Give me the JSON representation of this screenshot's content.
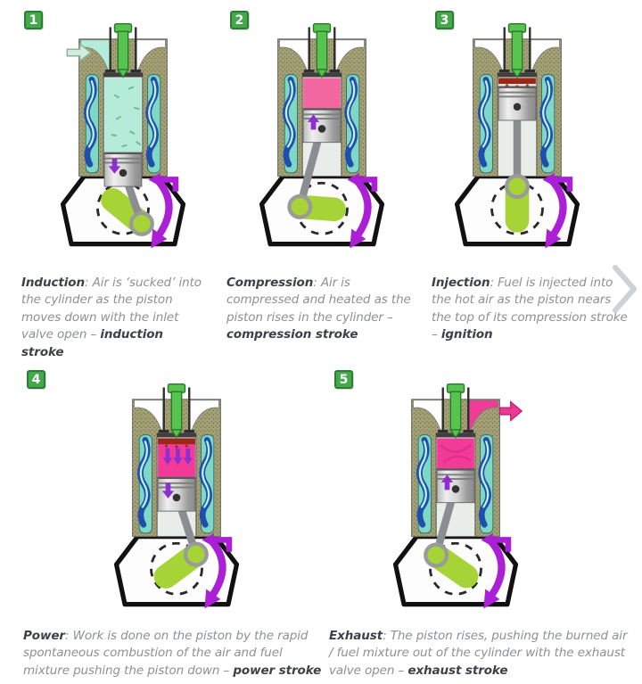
{
  "meta": {
    "title": "Diesel engine four-stroke cycle diagram"
  },
  "colors": {
    "background": "#ffffff",
    "badge_bg": "#45a94b",
    "badge_border": "#2b7c34",
    "badge_text": "#ffffff",
    "block_khaki": "#a3a175",
    "block_speckle_dark": "#6f6e48",
    "block_speckle_darker": "#55543a",
    "coolant_teal": "#7fd8c6",
    "coolant_blue": "#1e4fae",
    "coolant_light": "#bff0ea",
    "bore_interior": "#e9ede9",
    "chamber_air_mint": "#b4ecd9",
    "air_fleck_green": "#68c07c",
    "chamber_compressed_pink": "#f2679f",
    "chamber_combustion_pink": "#f23a97",
    "fuel_ignition_red": "#992817",
    "injector_green": "#56c44f",
    "injector_outline": "#2c7a2c",
    "piston_metal_light": "#efefef",
    "piston_metal_dark": "#8a8a8a",
    "rod_gray": "#8a8e92",
    "crank_green": "#a6d436",
    "rotation_arrow_purple": "#ab1fd6",
    "piston_arrow_purple": "#8d2fd0",
    "inlet_arrow_mint": "#cdeedd",
    "inlet_arrow_outline": "#8fae9c",
    "exhaust_arrow_pink": "#ea3a96",
    "exhaust_arrow_outline": "#c02478",
    "caption_gray": "#8b9196",
    "caption_bold_dark": "#3c4248",
    "chevron_gray": "#ccd2d5",
    "outline_black": "#111111"
  },
  "icons": {
    "next_chevron": "›"
  },
  "panels": [
    {
      "number": "1",
      "stage": "induction",
      "caption": {
        "lead": "Induction",
        "body": ": Air is ‘sucked’ into the cylinder as the piston moves down with the inlet valve open – ",
        "tail": "induction stroke"
      },
      "engine": {
        "chamber": "air",
        "piston": "low",
        "piston_arrow": "down",
        "inlet_arrow": true,
        "exhaust_arrow": false,
        "fuel_band": false,
        "combustion_arrows": false,
        "air_flecks": true,
        "crank": "lower-right"
      }
    },
    {
      "number": "2",
      "stage": "compression",
      "caption": {
        "lead": "Compression",
        "body": ": Air is compressed and heated as the piston rises in the cylinder – ",
        "tail": "compression stroke"
      },
      "engine": {
        "chamber": "compressed",
        "piston": "high",
        "piston_arrow": "up",
        "inlet_arrow": false,
        "exhaust_arrow": false,
        "fuel_band": false,
        "combustion_arrows": false,
        "air_flecks": false,
        "crank": "left"
      }
    },
    {
      "number": "3",
      "stage": "injection",
      "caption": {
        "lead": "Injection",
        "body": ": Fuel is injected into the hot air as the piston nears the top of its compression stroke – ",
        "tail": "ignition"
      },
      "engine": {
        "chamber": "ignition",
        "piston": "top",
        "piston_arrow": "none",
        "inlet_arrow": false,
        "exhaust_arrow": false,
        "fuel_band": true,
        "combustion_arrows": false,
        "air_flecks": false,
        "crank": "top"
      }
    },
    {
      "number": "4",
      "stage": "power",
      "caption": {
        "lead": "Power",
        "body": ": Work is done on the piston by the rapid spontaneous combustion of the air and fuel mixture pushing the piston down – ",
        "tail": "power stroke"
      },
      "engine": {
        "chamber": "combustion",
        "piston": "mid",
        "piston_arrow": "down",
        "inlet_arrow": false,
        "exhaust_arrow": false,
        "fuel_band": true,
        "combustion_arrows": true,
        "air_flecks": false,
        "crank": "upper-right"
      }
    },
    {
      "number": "5",
      "stage": "exhaust",
      "caption": {
        "lead": "Exhaust",
        "body": ": The piston rises, pushing the burned air / fuel mixture out of the cylinder with the exhaust valve open – ",
        "tail": "exhaust stroke"
      },
      "engine": {
        "chamber": "exhaust",
        "piston": "high",
        "piston_arrow": "up",
        "inlet_arrow": false,
        "exhaust_arrow": true,
        "fuel_band": false,
        "combustion_arrows": false,
        "air_flecks": false,
        "crank": "upper-left"
      }
    }
  ]
}
